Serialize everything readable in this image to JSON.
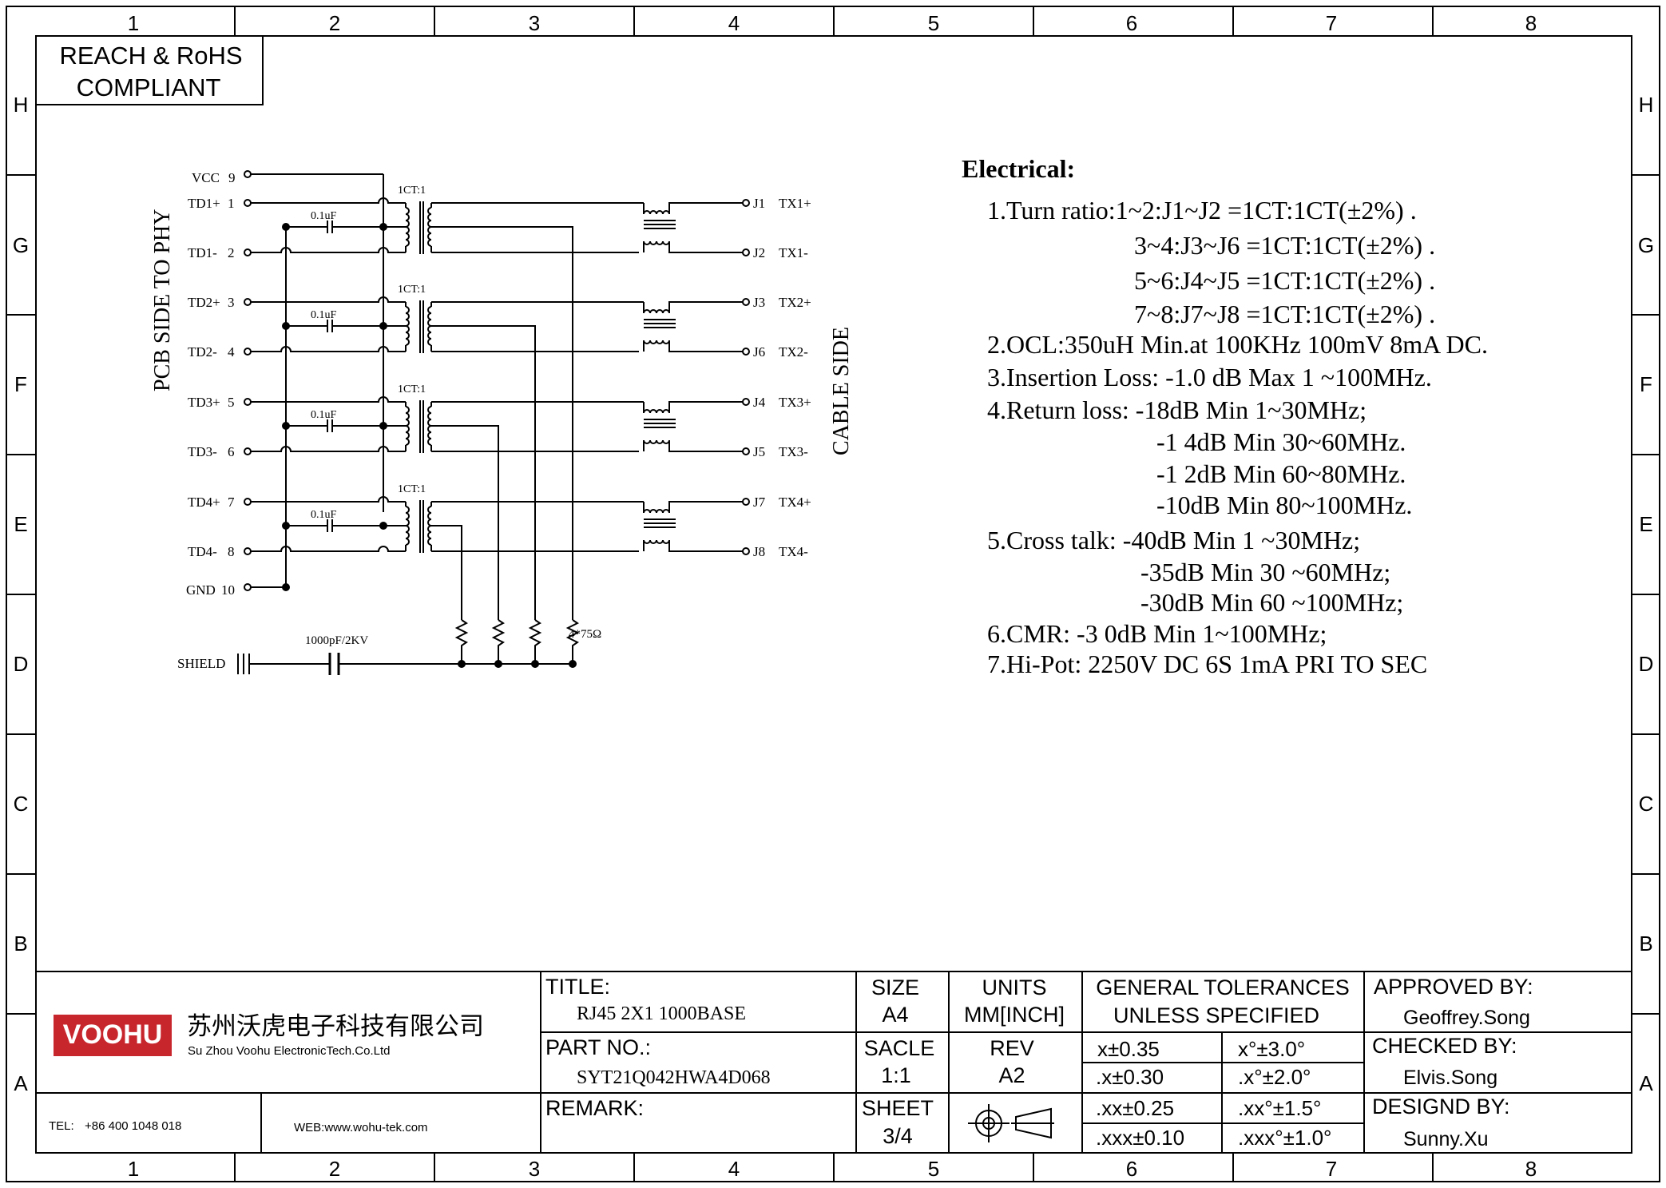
{
  "frame": {
    "columns": [
      "1",
      "2",
      "3",
      "4",
      "5",
      "6",
      "7",
      "8"
    ],
    "rows": [
      "H",
      "G",
      "F",
      "E",
      "D",
      "C",
      "B",
      "A"
    ]
  },
  "compliance": {
    "line1": "REACH & RoHS",
    "line2": "COMPLIANT"
  },
  "schematic": {
    "left_side_label": "PCB SIDE TO PHY",
    "right_side_label": "CABLE SIDE",
    "vcc_label": "VCC",
    "vcc_pin": "9",
    "gnd_label": "GND",
    "gnd_pin": "10",
    "shield_label": "SHIELD",
    "shield_cap": "1000pF/2KV",
    "resistor_label": "4*75Ω",
    "channels": [
      {
        "p_label": "TD1+",
        "p_pin": "1",
        "n_label": "TD1-",
        "n_pin": "2",
        "cap": "0.1uF",
        "ratio": "1CT:1",
        "jp": "J1",
        "jp_sig": "TX1+",
        "jn": "J2",
        "jn_sig": "TX1-"
      },
      {
        "p_label": "TD2+",
        "p_pin": "3",
        "n_label": "TD2-",
        "n_pin": "4",
        "cap": "0.1uF",
        "ratio": "1CT:1",
        "jp": "J3",
        "jp_sig": "TX2+",
        "jn": "J6",
        "jn_sig": "TX2-"
      },
      {
        "p_label": "TD3+",
        "p_pin": "5",
        "n_label": "TD3-",
        "n_pin": "6",
        "cap": "0.1uF",
        "ratio": "1CT:1",
        "jp": "J4",
        "jp_sig": "TX3+",
        "jn": "J5",
        "jn_sig": "TX3-"
      },
      {
        "p_label": "TD4+",
        "p_pin": "7",
        "n_label": "TD4-",
        "n_pin": "8",
        "cap": "0.1uF",
        "ratio": "1CT:1",
        "jp": "J7",
        "jp_sig": "TX4+",
        "jn": "J8",
        "jn_sig": "TX4-"
      }
    ]
  },
  "electrical": {
    "heading": "Electrical:",
    "lines": [
      "1.Turn ratio:1~2:J1~J2 =1CT:1CT(±2%) .",
      "3~4:J3~J6 =1CT:1CT(±2%) .",
      "5~6:J4~J5 =1CT:1CT(±2%) .",
      "7~8:J7~J8 =1CT:1CT(±2%) .",
      "2.OCL:350uH Min.at 100KHz 100mV 8mA DC.",
      "3.Insertion Loss: -1.0 dB Max 1 ~100MHz.",
      "4.Return loss: -18dB Min 1~30MHz;",
      "-1 4dB Min 30~60MHz.",
      "-1 2dB Min 60~80MHz.",
      "-10dB Min 80~100MHz.",
      "5.Cross talk: -40dB Min 1 ~30MHz;",
      "-35dB Min 30 ~60MHz;",
      "-30dB Min 60 ~100MHz;",
      "6.CMR: -3 0dB Min 1~100MHz;",
      "7.Hi-Pot: 2250V DC 6S 1mA PRI TO SEC"
    ]
  },
  "title_block": {
    "logo_text": "VOOHU",
    "company_cn": "苏州沃虎电子科技有限公司",
    "company_en": "Su Zhou Voohu ElectronicTech.Co.Ltd",
    "tel_label": "TEL:",
    "tel_value": "+86 400 1048 018",
    "web": "WEB:www.wohu-tek.com",
    "title_label": "TITLE:",
    "title_value": "RJ45 2X1 1000BASE",
    "part_label": "PART NO.:",
    "part_value": "SYT21Q042HWA4D068",
    "remark_label": "REMARK:",
    "size_label": "SIZE",
    "size_value": "A4",
    "units_label": "UNITS",
    "units_value": "MM[INCH]",
    "scale_label": "SACLE",
    "scale_value": "1:1",
    "rev_label": "REV",
    "rev_value": "A2",
    "sheet_label": "SHEET",
    "sheet_value": "3/4",
    "tolerance_heading1": "GENERAL TOLERANCES",
    "tolerance_heading2": "UNLESS SPECIFIED",
    "tolerances": [
      {
        "linear": "x±0.35",
        "angular": "x°±3.0°"
      },
      {
        "linear": ".x±0.30",
        "angular": ".x°±2.0°"
      },
      {
        "linear": ".xx±0.25",
        "angular": ".xx°±1.5°"
      },
      {
        "linear": ".xxx±0.10",
        "angular": ".xxx°±1.0°"
      }
    ],
    "approved_label": "APPROVED BY:",
    "approved_value": "Geoffrey.Song",
    "checked_label": "CHECKED BY:",
    "checked_value": "Elvis.Song",
    "designed_label": "DESIGND BY:",
    "designed_value": "Sunny.Xu"
  },
  "colors": {
    "logo_red": "#c8262d",
    "line": "#000000"
  }
}
